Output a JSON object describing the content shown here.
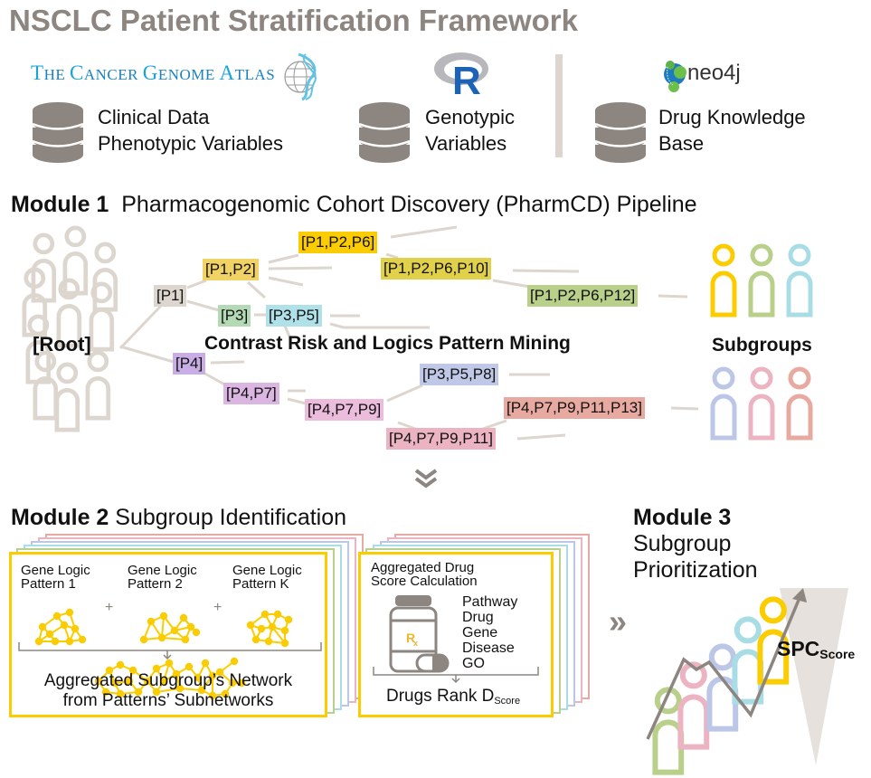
{
  "title": "NSCLC Patient Stratification Framework",
  "sources": {
    "tcga_logo": {
      "words": [
        {
          "cap": "T",
          "rest": "HE "
        },
        {
          "cap": "C",
          "rest": "ANCER "
        },
        {
          "cap": "G",
          "rest": "ENOME "
        },
        {
          "cap": "A",
          "rest": "TLAS"
        }
      ],
      "icon": "globe-dna-icon"
    },
    "r_logo": {
      "icon": "r-logo-icon",
      "letter": "R"
    },
    "neo4j_logo": {
      "icon": "neo4j-logo-icon",
      "text": "neo4j"
    },
    "databases": [
      {
        "label": "Clinical Data\nPhenotypic Variables",
        "icon": "database-icon"
      },
      {
        "label": "Genotypic\nVariables",
        "icon": "database-icon"
      },
      {
        "label": "Drug Knowledge\nBase",
        "icon": "database-icon"
      }
    ]
  },
  "module1": {
    "number_label": "Module 1",
    "title": "Pharmacogenomic Cohort Discovery (PharmCD) Pipeline",
    "root_label": "[Root]",
    "center_label": "Contrast Risk and Logics Pattern Mining",
    "subgroups_label": "Subgroups",
    "nodes": [
      {
        "id": "p1",
        "label": "[P1]",
        "color": "#ddd6cf"
      },
      {
        "id": "p1p2",
        "label": "[P1,P2]",
        "color": "#f1d264"
      },
      {
        "id": "p1p2p6",
        "label": "[P1,P2,P6]",
        "color": "#fbcc00"
      },
      {
        "id": "p1p2p6p10",
        "label": "[P1,P2,P6,P10]",
        "color": "#e0d04a"
      },
      {
        "id": "p1p2p6p12",
        "label": "[P1,P2,P6,P12]",
        "color": "#b9d08a"
      },
      {
        "id": "p3",
        "label": "[P3]",
        "color": "#b4d9b5"
      },
      {
        "id": "p3p5",
        "label": "[P3,P5]",
        "color": "#b0e0e8"
      },
      {
        "id": "p4",
        "label": "[P4]",
        "color": "#c9aee6"
      },
      {
        "id": "p4p7",
        "label": "[P4,P7]",
        "color": "#dcb6e2"
      },
      {
        "id": "p4p7p9",
        "label": "[P4,P7,P9]",
        "color": "#ecbcdc"
      },
      {
        "id": "p3p5p8",
        "label": "[P3,P5,P8]",
        "color": "#bfc8e6"
      },
      {
        "id": "p4p7p9p11",
        "label": "[P4,P7,P9,P11]",
        "color": "#ecb4c2"
      },
      {
        "id": "p4p7p9p11p13",
        "label": "[P4,P7,P9,P11,P13]",
        "color": "#e8aaa0"
      }
    ],
    "subgroup_colors_top": [
      "#fbcc00",
      "#b9d08a",
      "#a8dde6"
    ],
    "subgroup_colors_bottom": [
      "#bcc6e6",
      "#ecb4c2",
      "#e8aaa0"
    ],
    "root_color": "#ddd6cf"
  },
  "down_chevron": {
    "icon": "double-chevron-down-icon",
    "color": "#8c8580"
  },
  "module2": {
    "number_label": "Module 2",
    "title": "Subgroup Identification",
    "patterns": [
      {
        "label": "Gene Logic\nPattern 1"
      },
      {
        "label": "Gene Logic\nPattern 2"
      },
      {
        "label": "Gene Logic\nPattern K"
      }
    ],
    "plus": "+",
    "network_caption": "Aggregated Subgroup’s Network\nfrom Patterns’ Subnetworks",
    "drug_card_title": "Aggregated Drug\nScore Calculation",
    "drug_card_items": [
      "Pathway",
      "Drug",
      "Gene",
      "Disease",
      "GO"
    ],
    "rx_symbol": "R",
    "rx_sub": "x",
    "drugs_rank_label": "Drugs Rank D",
    "drugs_rank_sub": "Score",
    "stack_colors": [
      "#e8aaa0",
      "#ecb4c2",
      "#bcc6e6",
      "#a8dde6",
      "#b9d08a",
      "#fbcc00"
    ],
    "network_color": "#fbcc00"
  },
  "right_chevron": {
    "icon": "double-chevron-right-icon",
    "glyph": "»"
  },
  "module3": {
    "number_label": "Module 3",
    "title_line1": "Subgroup",
    "title_line2": "Prioritization",
    "spc_label": "SPC",
    "spc_sub": "Score",
    "people_colors": [
      "#b9d08a",
      "#ecb4c2",
      "#bcc6e6",
      "#a8dde6",
      "#fbcc00"
    ]
  }
}
